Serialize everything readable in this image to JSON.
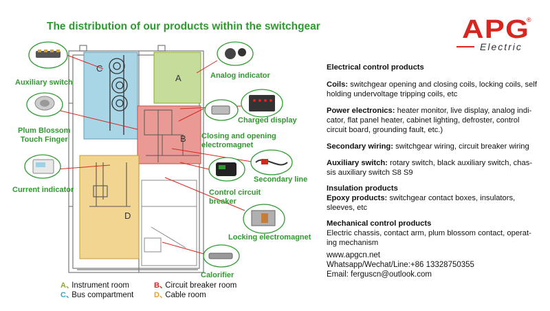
{
  "title": "The distribution of our products within the switchgear",
  "logo": {
    "brand": "APG",
    "sub": "Electric",
    "reg": "®"
  },
  "callouts": {
    "auxiliary_switch": "Auxiliary switch",
    "plum_blossom": [
      "Plum Blossom",
      "Touch Finger"
    ],
    "current_indicator": "Current indicator",
    "analog_indicator": "Analog indicator",
    "charged_display": "Charged display",
    "closing_opening": [
      "Closing and opening",
      "electromagnet"
    ],
    "secondary_line": "Secondary line",
    "control_breaker": [
      "Control circuit",
      "breaker"
    ],
    "locking_electromagnet": "Locking electromagnet",
    "calorifier": "Calorifier"
  },
  "compartment_letters": {
    "a": "A",
    "b": "B",
    "c": "C",
    "d": "D"
  },
  "legend": [
    {
      "key": "A、",
      "label": "Instrument room",
      "color": "#8fa82e"
    },
    {
      "key": "B、",
      "label": "Circuit breaker room",
      "color": "#d7261e"
    },
    {
      "key": "C、",
      "label": "Bus compartment",
      "color": "#3aa3c4"
    },
    {
      "key": "D、",
      "label": "Cable room",
      "color": "#e3a32a"
    }
  ],
  "colors": {
    "instrument_room": "#c6dc9a",
    "breaker_room": "#ea9a94",
    "bus_room": "#a9d6e6",
    "cable_room": "#f1d590",
    "callout_green": "#2e9a2e",
    "leader_red": "#d7261e"
  },
  "products": {
    "heading": "Electrical control products",
    "items": [
      {
        "label": "Coils:",
        "lines": [
          " switchgear opening and closing coils, locking coils, self",
          "holding undervoltage tripping coils, etc"
        ]
      },
      {
        "label": "Power electronics:",
        "lines": [
          " heater monitor, live display, analog indi-",
          "cator, flat panel heater, cabinet lighting, defroster, control",
          "circuit board, grounding fault, etc.)"
        ]
      },
      {
        "label": "Secondary wiring:",
        "lines": [
          " switchgear wiring, circuit breaker wiring"
        ]
      },
      {
        "label": "Auxiliary switch:",
        "lines": [
          " rotary switch, black auxiliary switch, chas-",
          "sis auxiliary switch S8 S9"
        ]
      }
    ],
    "insulation_heading": "Insulation products",
    "insulation": {
      "label": "Epoxy products:",
      "lines": [
        " switchgear contact boxes, insulators,",
        "sleeves, etc"
      ]
    },
    "mechanical_heading": "Mechanical control products",
    "mechanical_lines": [
      "Electric chassis, contact arm, plum blossom contact, operat-",
      "ing mechanism"
    ]
  },
  "contact": {
    "website": "www.apgcn.net",
    "phone": "Whatsapp/Wechat/Line:+86 13328750355",
    "email": "Email: ferguscn@outlook.com"
  }
}
